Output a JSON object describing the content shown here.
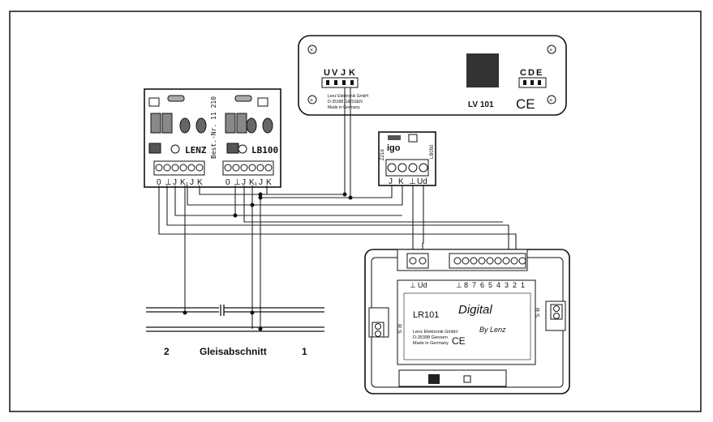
{
  "lv101": {
    "pins": [
      "U",
      "V",
      "J",
      "K"
    ],
    "pins_right": [
      "C",
      "D",
      "E"
    ],
    "label": "LV 101",
    "small_text": [
      "Lenz Elektronik GmbH",
      "D-35398 GIESSEN",
      "Made in Germany"
    ]
  },
  "lb100": {
    "brand": "LENZ",
    "model": "LB100",
    "part_no": "Best.-Nr. 11 210",
    "terminals_left": [
      "0",
      "⊥",
      "J",
      "K₁",
      "J",
      "K"
    ],
    "terminals_right": [
      "0",
      "⊥",
      "J",
      "K₁",
      "J",
      "K"
    ]
  },
  "lb050": {
    "model": "LB050",
    "logo": "igo",
    "side": "Z21d",
    "terminals": [
      "J",
      "K",
      "⊥",
      "Ud"
    ]
  },
  "lr101": {
    "model": "LR101",
    "title": "Digital",
    "by": "By Lenz",
    "company_lines": [
      "Lenz Elektronik GmbH",
      "D-35398 Giessen",
      "Made in Germany"
    ],
    "top_terminals": [
      "⊥",
      "Ud"
    ],
    "input_terminals": [
      "⊥",
      "8",
      "7",
      "6",
      "5",
      "4",
      "3",
      "2",
      "1"
    ],
    "side_left": "R S",
    "side_right": "R S"
  },
  "track": {
    "left_num": "2",
    "label": "Gleisabschnitt",
    "right_num": "1"
  },
  "ce_mark": "CE"
}
